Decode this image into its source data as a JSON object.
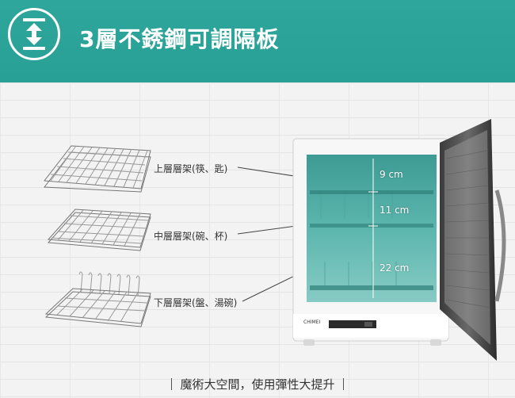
{
  "header": {
    "title": "3層不銹鋼可調隔板",
    "icon": "vertical-adjust-arrow-icon",
    "bg_color": "#2aa198"
  },
  "racks": [
    {
      "label": "上層層架(筷、匙)"
    },
    {
      "label": "中層層架(碗、杯)"
    },
    {
      "label": "下層層架(盤、湯碗)"
    }
  ],
  "measurements": [
    {
      "label": "9 cm"
    },
    {
      "label": "11 cm"
    },
    {
      "label": "22 cm"
    }
  ],
  "cabinet": {
    "brand": "CHIMEI"
  },
  "caption": "魔術大空間，使用彈性大提升"
}
